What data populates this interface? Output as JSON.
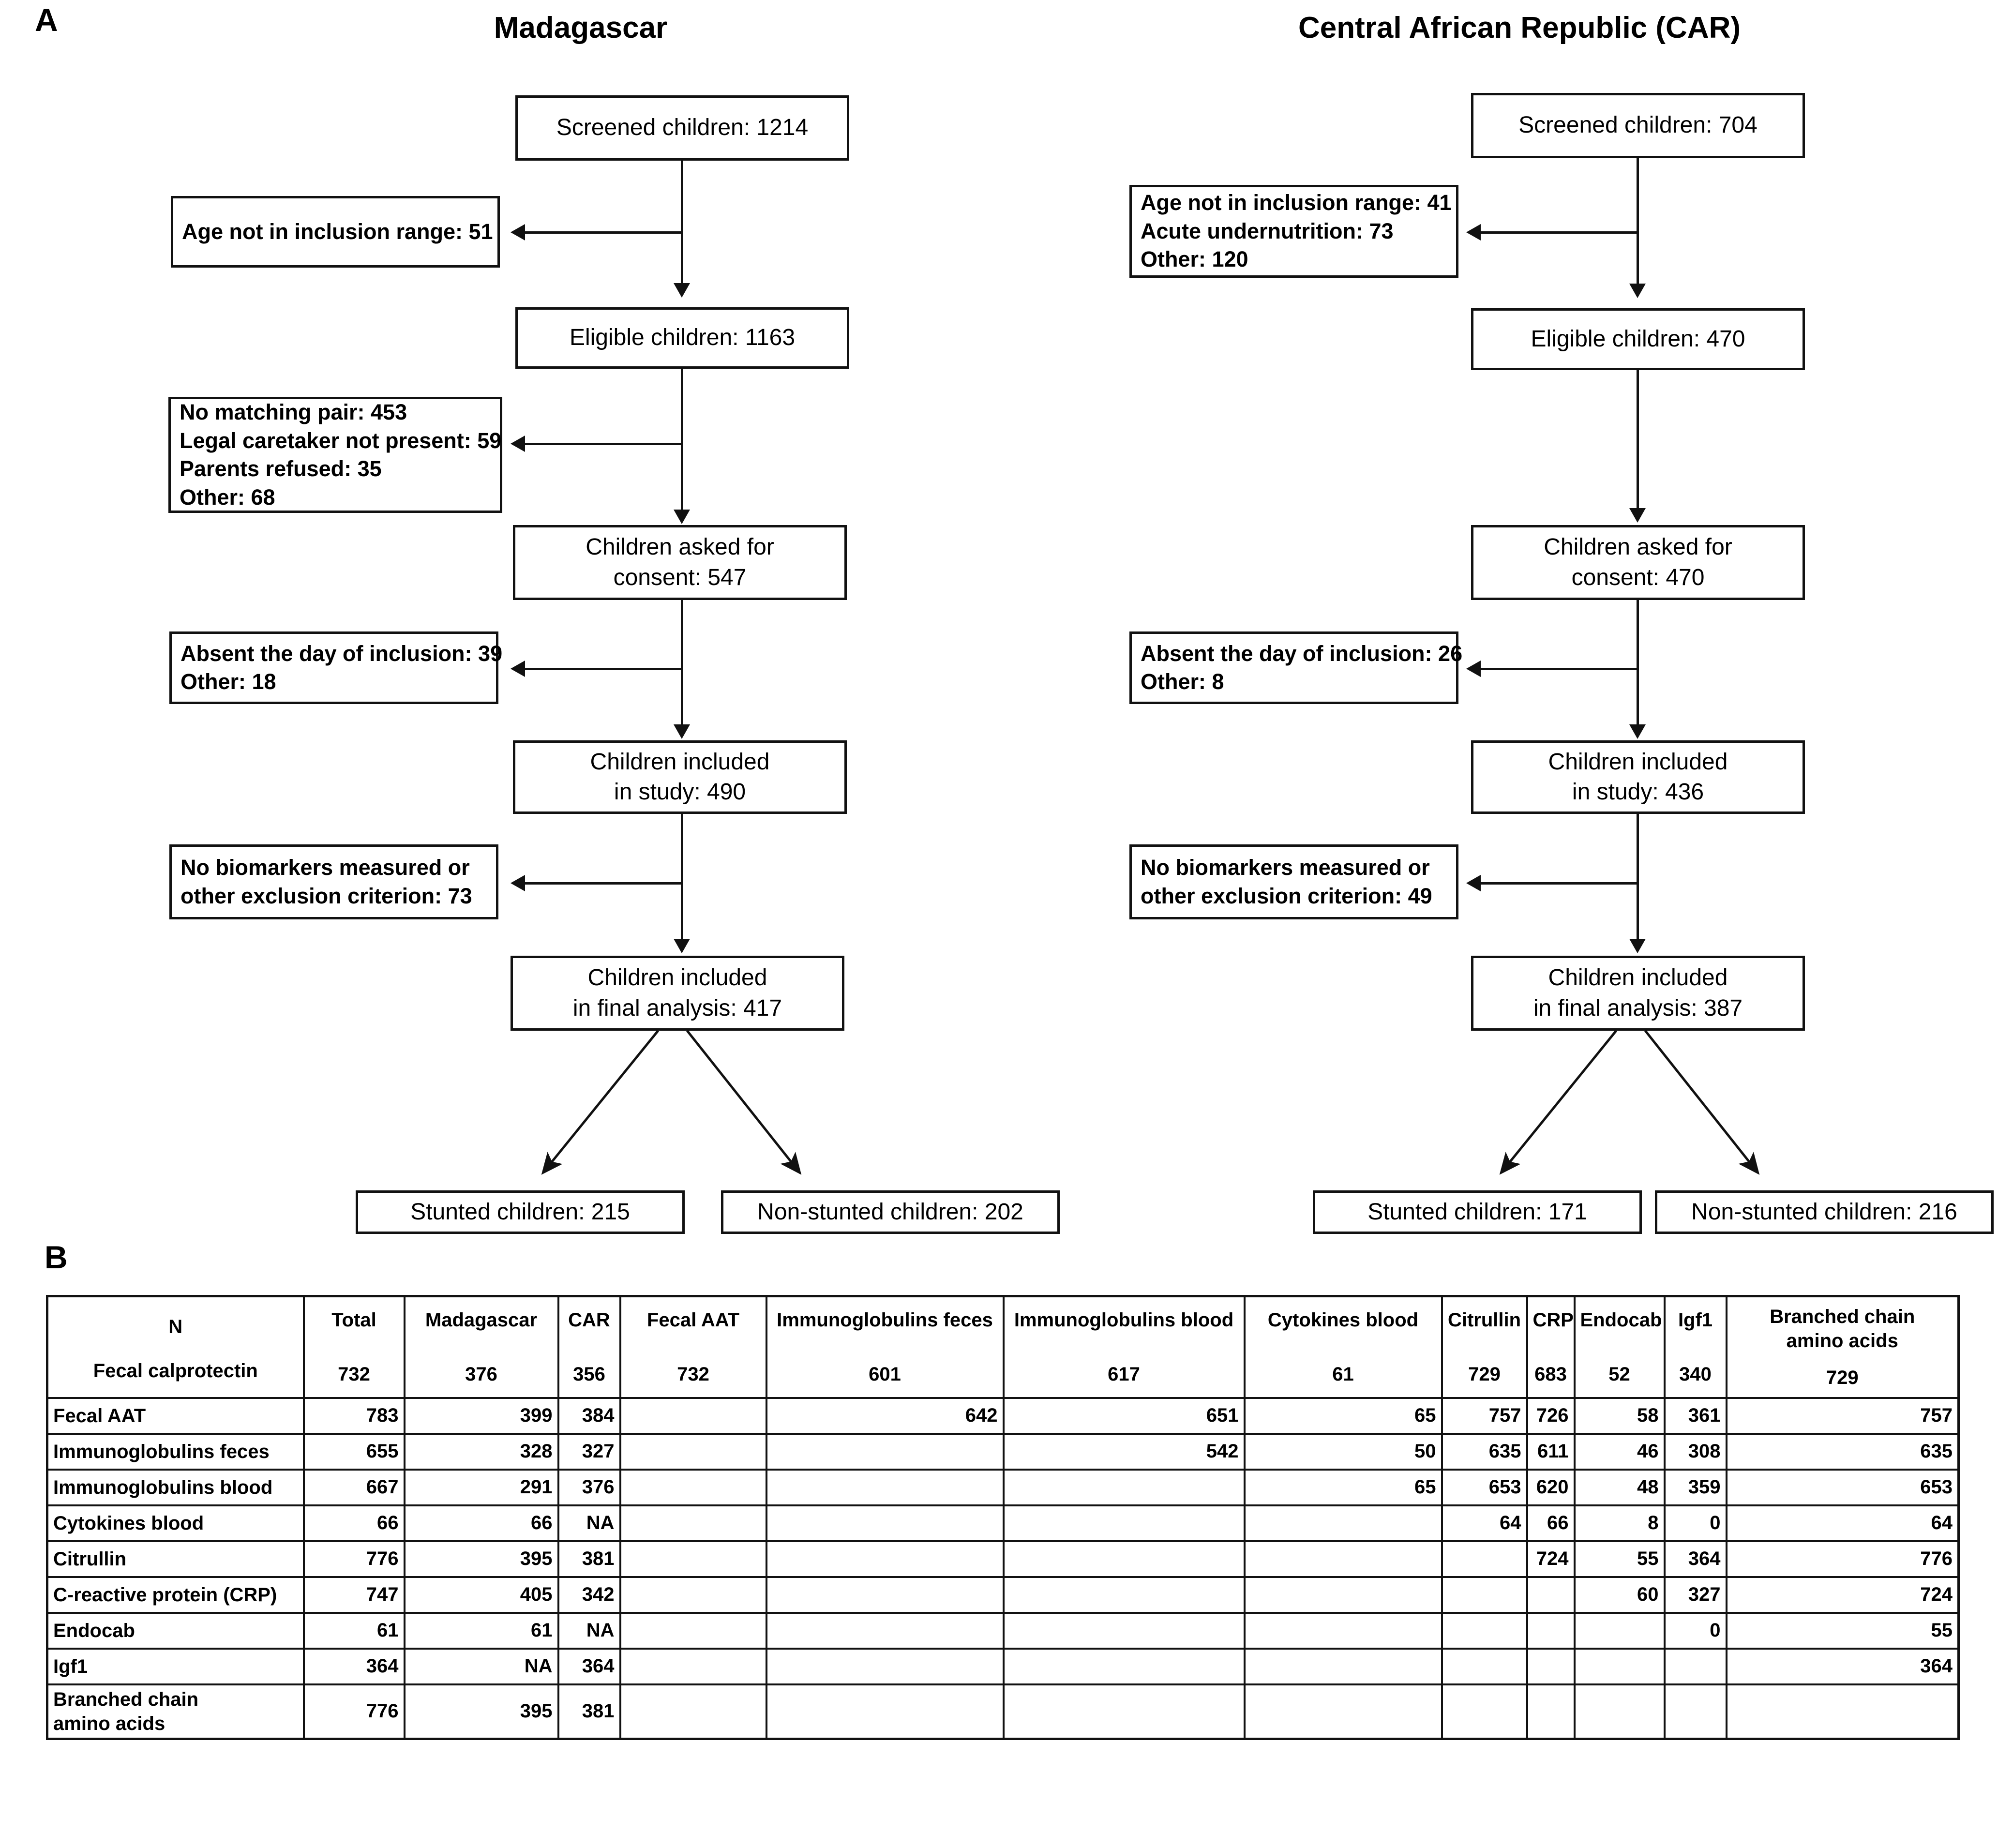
{
  "panels": {
    "a_letter": "A",
    "b_letter": "B"
  },
  "flow": {
    "madagascar": {
      "title": "Madagascar",
      "screened": "Screened children: 1214",
      "excl1": [
        "Age not in inclusion range: 51"
      ],
      "eligible": "Eligible children: 1163",
      "excl2": [
        "No matching pair: 453",
        "Legal caretaker not present: 59",
        "Parents refused: 35",
        "Other: 68"
      ],
      "consent_l1": "Children asked for",
      "consent_l2": "consent: 547",
      "excl3": [
        "Absent the day of inclusion: 39",
        "Other: 18"
      ],
      "included_l1": "Children included",
      "included_l2": "in study: 490",
      "excl4": [
        "No biomarkers measured or",
        "other exclusion criterion: 73"
      ],
      "final_l1": "Children included",
      "final_l2": "in final analysis: 417",
      "stunted": "Stunted children: 215",
      "nonstunted": "Non-stunted children: 202"
    },
    "car": {
      "title": "Central African Republic (CAR)",
      "screened": "Screened children: 704",
      "excl1": [
        "Age not in inclusion range: 41",
        "Acute undernutrition: 73",
        "Other: 120"
      ],
      "eligible": "Eligible children: 470",
      "consent_l1": "Children asked for",
      "consent_l2": "consent: 470",
      "excl3": [
        "Absent the day of inclusion: 26",
        "Other: 8"
      ],
      "included_l1": "Children included",
      "included_l2": "in study: 436",
      "excl4": [
        "No biomarkers measured or",
        "other exclusion criterion: 49"
      ],
      "final_l1": "Children included",
      "final_l2": "in final analysis: 387",
      "stunted": "Stunted children: 171",
      "nonstunted": "Non-stunted children: 216"
    }
  },
  "chart_data": {
    "type": "table",
    "title": "N",
    "corner_label": "N",
    "columns": [
      "Total",
      "Madagascar",
      "CAR",
      "Fecal AAT",
      "Immunoglobulins feces",
      "Immunoglobulins blood",
      "Cytokines blood",
      "Citrullin",
      "CRP",
      "Endocab",
      "Igf1",
      "Branched chain amino acids"
    ],
    "column_lines": [
      [
        "Total"
      ],
      [
        "Madagascar"
      ],
      [
        "CAR"
      ],
      [
        "Fecal AAT"
      ],
      [
        "Immunoglobulins feces"
      ],
      [
        "Immunoglobulins blood"
      ],
      [
        "Cytokines blood"
      ],
      [
        "Citrullin"
      ],
      [
        "CRP"
      ],
      [
        "Endocab"
      ],
      [
        "Igf1"
      ],
      [
        "Branched chain",
        "amino acids"
      ]
    ],
    "rows": [
      {
        "name_lines": [
          "Fecal calprotectin"
        ],
        "values": [
          "732",
          "376",
          "356",
          "732",
          "601",
          "617",
          "61",
          "729",
          "683",
          "52",
          "340",
          "729"
        ]
      },
      {
        "name_lines": [
          "Fecal AAT"
        ],
        "values": [
          "783",
          "399",
          "384",
          "",
          "642",
          "651",
          "65",
          "757",
          "726",
          "58",
          "361",
          "757"
        ]
      },
      {
        "name_lines": [
          "Immunoglobulins feces"
        ],
        "values": [
          "655",
          "328",
          "327",
          "",
          "",
          "542",
          "50",
          "635",
          "611",
          "46",
          "308",
          "635"
        ]
      },
      {
        "name_lines": [
          "Immunoglobulins blood"
        ],
        "values": [
          "667",
          "291",
          "376",
          "",
          "",
          "",
          "65",
          "653",
          "620",
          "48",
          "359",
          "653"
        ]
      },
      {
        "name_lines": [
          "Cytokines blood"
        ],
        "values": [
          "66",
          "66",
          "NA",
          "",
          "",
          "",
          "",
          "64",
          "66",
          "8",
          "0",
          "64"
        ]
      },
      {
        "name_lines": [
          "Citrullin"
        ],
        "values": [
          "776",
          "395",
          "381",
          "",
          "",
          "",
          "",
          "",
          "724",
          "55",
          "364",
          "776"
        ]
      },
      {
        "name_lines": [
          "C-reactive protein (CRP)"
        ],
        "values": [
          "747",
          "405",
          "342",
          "",
          "",
          "",
          "",
          "",
          "",
          "60",
          "327",
          "724"
        ]
      },
      {
        "name_lines": [
          "Endocab"
        ],
        "values": [
          "61",
          "61",
          "NA",
          "",
          "",
          "",
          "",
          "",
          "",
          "",
          "0",
          "55"
        ]
      },
      {
        "name_lines": [
          "Igf1"
        ],
        "values": [
          "364",
          "NA",
          "364",
          "",
          "",
          "",
          "",
          "",
          "",
          "",
          "",
          "364"
        ]
      },
      {
        "name_lines": [
          "Branched chain",
          "amino acids"
        ],
        "values": [
          "776",
          "395",
          "381",
          "",
          "",
          "",
          "",
          "",
          "",
          "",
          "",
          ""
        ]
      }
    ]
  },
  "colors": {
    "ink": "#111111",
    "background": "#ffffff"
  }
}
